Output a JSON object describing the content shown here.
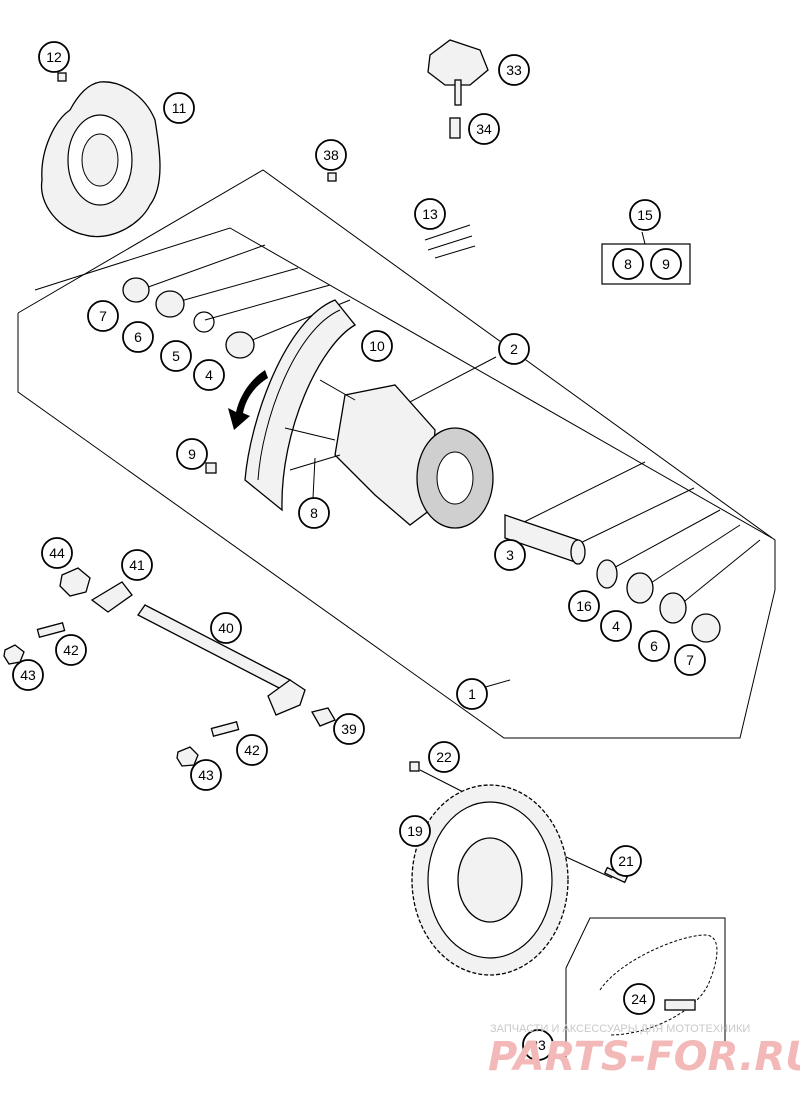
{
  "callouts": {
    "c12": "12",
    "c11": "11",
    "c33": "33",
    "c34": "34",
    "c38": "38",
    "c13": "13",
    "c15": "15",
    "c15a": "8",
    "c15b": "9",
    "c7a": "7",
    "c6a": "6",
    "c5": "5",
    "c4a": "4",
    "c10": "10",
    "c2": "2",
    "c9": "9",
    "c8": "8",
    "c3": "3",
    "c16": "16",
    "c4b": "4",
    "c6b": "6",
    "c7b": "7",
    "c44": "44",
    "c41": "41",
    "c42a": "42",
    "c43a": "43",
    "c40": "40",
    "c1": "1",
    "c39": "39",
    "c42b": "42",
    "c43b": "43",
    "c22": "22",
    "c19": "19",
    "c21": "21",
    "c24": "24",
    "c23": "23"
  },
  "watermark": {
    "tagline": "ЗАПЧАСТИ И АКСЕССУАРЫ ДЛЯ МОТОТЕХНИКИ",
    "logo": "PARTS-FOR.RU"
  },
  "colors": {
    "ink": "#000000",
    "watermark": "#e87f7f"
  }
}
